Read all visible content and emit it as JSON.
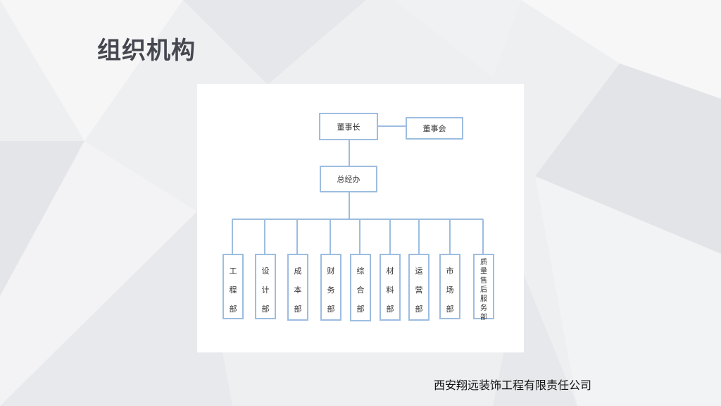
{
  "slide": {
    "title": "组织机构",
    "company": "西安翔远装饰工程有限责任公司"
  },
  "org": {
    "chairman": "董事长",
    "board": "董事会",
    "general_office": "总经办",
    "departments": [
      "工程部",
      "设计部",
      "成本部",
      "财务部",
      "综合部",
      "材料部",
      "运营部",
      "市场部",
      "质量售后服务部"
    ]
  },
  "colors": {
    "border": "#9dbde0",
    "title": "#45474f",
    "background": "#eeeff1"
  }
}
